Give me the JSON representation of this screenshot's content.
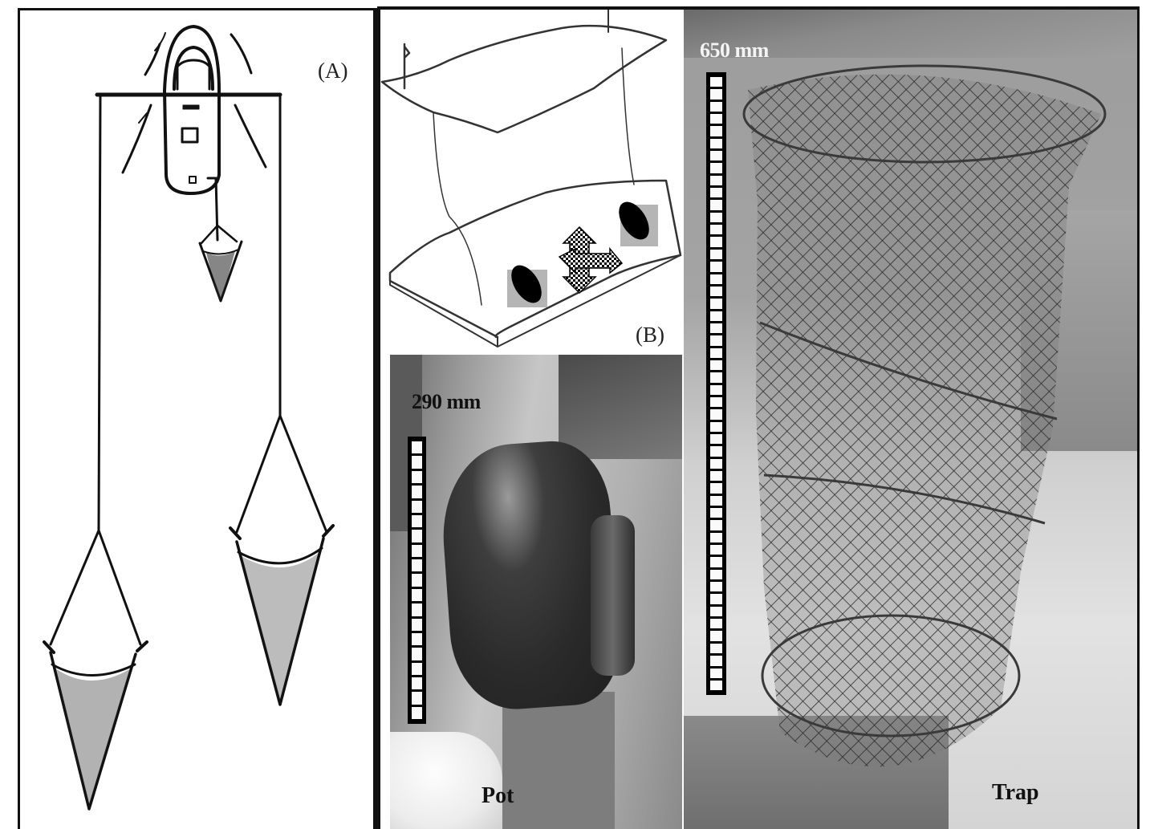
{
  "figure": {
    "panels": [
      {
        "id": "A",
        "label": "(A)",
        "type": "line-drawing",
        "description": "Top-view of boat towing a beam with two dredge nets and one net from the stern"
      },
      {
        "id": "B",
        "label": "(B)",
        "type": "line-drawing",
        "description": "Seabed block diagram with pots/traps on the bottom connected by lines to surface buoys"
      },
      {
        "id": "pot",
        "label": "Pot",
        "type": "photo",
        "scale_bar": {
          "text": "290 mm",
          "segments": 19,
          "text_color": "#111111"
        }
      },
      {
        "id": "trap",
        "label": "Trap",
        "type": "photo",
        "scale_bar": {
          "text": "650 mm",
          "segments": 50,
          "text_color": "#f4f4f4"
        }
      }
    ]
  }
}
